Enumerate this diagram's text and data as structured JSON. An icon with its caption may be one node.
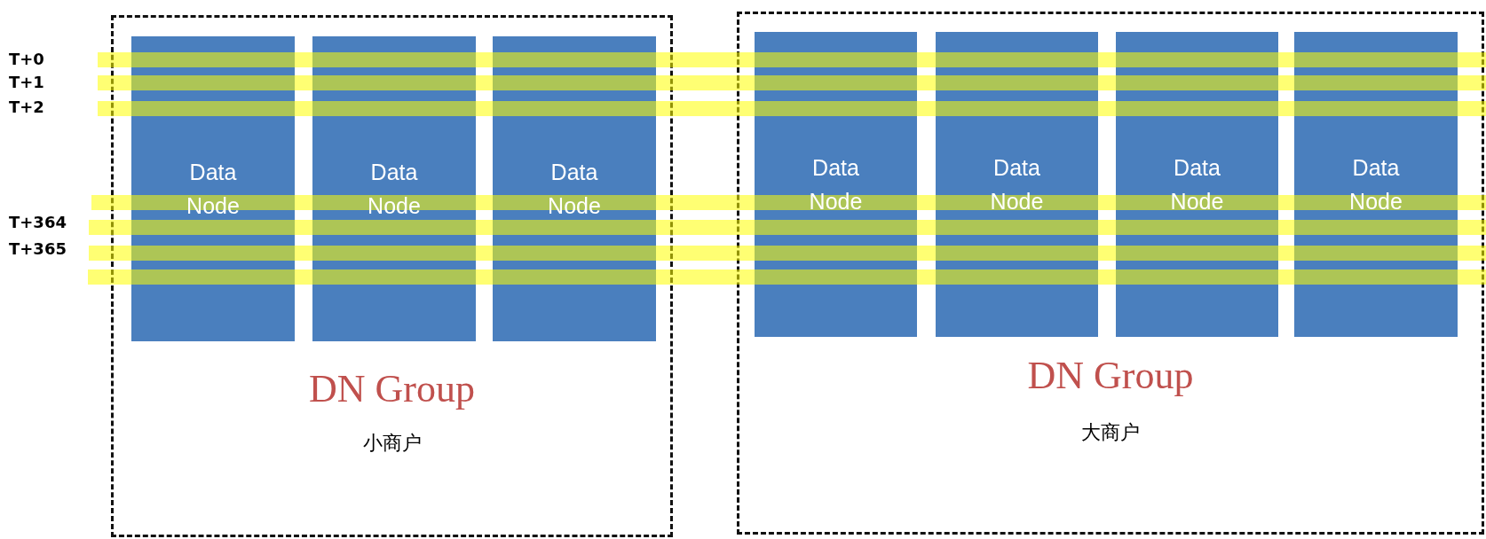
{
  "diagram": {
    "nodes": [
      {
        "text": [
          "DN Group",
          "小商户"
        ]
      },
      {
        "text": [
          "Data Node"
        ],
        "in": 0
      },
      {
        "text": [
          "Data Node"
        ],
        "in": 0
      },
      {
        "text": [
          "Data Node"
        ],
        "in": 0
      },
      {
        "text": [
          "DN Group",
          "大商户"
        ]
      },
      {
        "text": [
          "Data Node"
        ],
        "in": 4
      },
      {
        "text": [
          "Data Node"
        ],
        "in": 4
      },
      {
        "text": [
          "Data Node"
        ],
        "in": 4
      },
      {
        "text": [
          "Data Node"
        ],
        "in": 4
      }
    ],
    "labels": [
      "T+0",
      "T+1",
      "T+2",
      "T+364",
      "T+365"
    ]
  }
}
